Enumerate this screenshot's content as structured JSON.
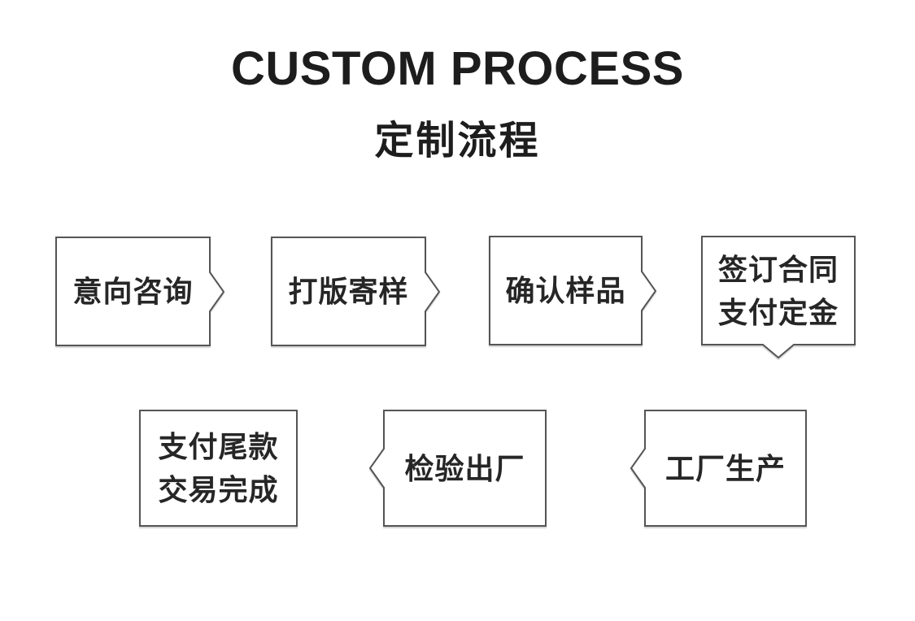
{
  "header": {
    "title": "CUSTOM PROCESS",
    "subtitle": "定制流程"
  },
  "flow": {
    "border_color": "#555555",
    "text_color": "#262626",
    "background_color": "#ffffff",
    "steps": [
      {
        "id": 1,
        "lines": [
          "意向咨询"
        ],
        "arrow": "right"
      },
      {
        "id": 2,
        "lines": [
          "打版寄样"
        ],
        "arrow": "right"
      },
      {
        "id": 3,
        "lines": [
          "确认样品"
        ],
        "arrow": "right"
      },
      {
        "id": 4,
        "lines": [
          "签订合同",
          "支付定金"
        ],
        "arrow": "down"
      },
      {
        "id": 5,
        "lines": [
          "工厂生产"
        ],
        "arrow": "left"
      },
      {
        "id": 6,
        "lines": [
          "检验出厂"
        ],
        "arrow": "left"
      },
      {
        "id": 7,
        "lines": [
          "支付尾款",
          "交易完成"
        ],
        "arrow": "none"
      }
    ]
  }
}
